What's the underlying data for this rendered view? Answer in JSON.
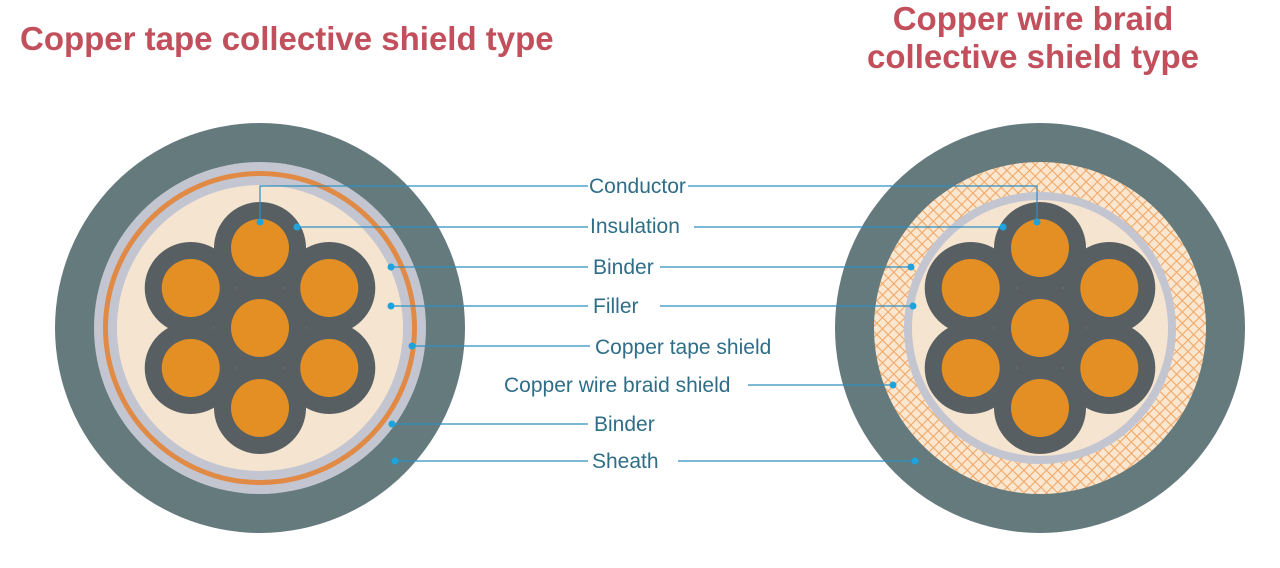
{
  "titles": {
    "left": "Copper tape collective shield type",
    "right_line1": "Copper wire braid",
    "right_line2": "collective shield type"
  },
  "labels": {
    "conductor": "Conductor",
    "insulation": "Insulation",
    "binder_inner": "Binder",
    "filler": "Filler",
    "copper_tape_shield": "Copper tape shield",
    "copper_wire_braid_shield": "Copper wire braid shield",
    "binder_outer": "Binder",
    "sheath": "Sheath"
  },
  "colors": {
    "title": "#c2505c",
    "label_text": "#2f6e88",
    "leader_line": "#2f8fc2",
    "sheath": "#647a7c",
    "binder": "#c3c6d1",
    "copper_tape": "#e08a45",
    "filler": "#f4e4d0",
    "insulation": "#585f62",
    "conductor": "#e38f24",
    "braid": "#f0a868"
  }
}
